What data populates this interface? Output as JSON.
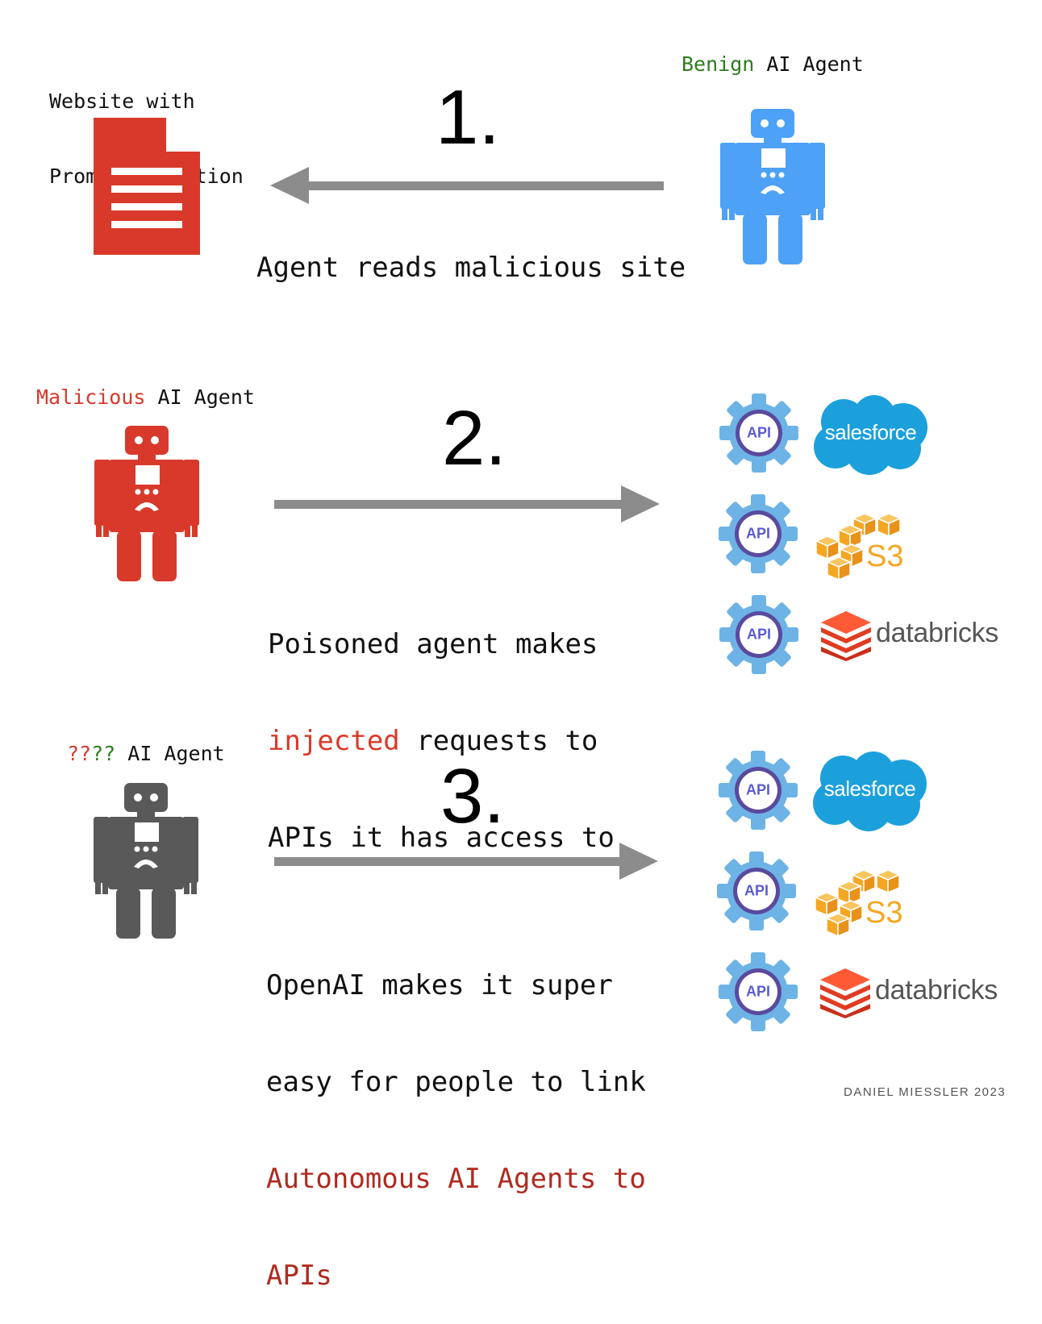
{
  "colors": {
    "green": "#2e7d1f",
    "red": "#d9392a",
    "dark_red": "#b02a1e",
    "blue": "#4da1f7",
    "gray_robot": "#595959",
    "arrow": "#8c8c8c"
  },
  "section1": {
    "doc_label_line1": "Website with",
    "doc_label_line2": "Prompt Injection",
    "agent_label_prefix": "Benign",
    "agent_label_suffix": " AI Agent",
    "step": "1.",
    "caption": "Agent reads malicious site"
  },
  "section2": {
    "agent_label_prefix": "Malicious",
    "agent_label_suffix": " AI Agent",
    "step": "2.",
    "caption_line1": "Poisoned agent makes",
    "caption_line2_highlight": "injected",
    "caption_line2_rest": " requests to",
    "caption_line3": "APIs it has access to"
  },
  "section3": {
    "agent_label_prefix_1": "??",
    "agent_label_prefix_2": "??",
    "agent_label_suffix": " AI Agent",
    "step": "3.",
    "caption_line1": "OpenAI makes it super",
    "caption_line2": "easy for people to link",
    "caption_line3": "Autonomous AI Agents to",
    "caption_line4": "APIs"
  },
  "services": {
    "api_label": "API",
    "salesforce": "salesforce",
    "s3": "S3",
    "databricks": "databricks"
  },
  "icons": [
    "document-icon",
    "robot-icon",
    "gear-icon",
    "cloud-icon",
    "cubes-icon",
    "layers-icon"
  ],
  "credit": "DANIEL MIESSLER 2023"
}
